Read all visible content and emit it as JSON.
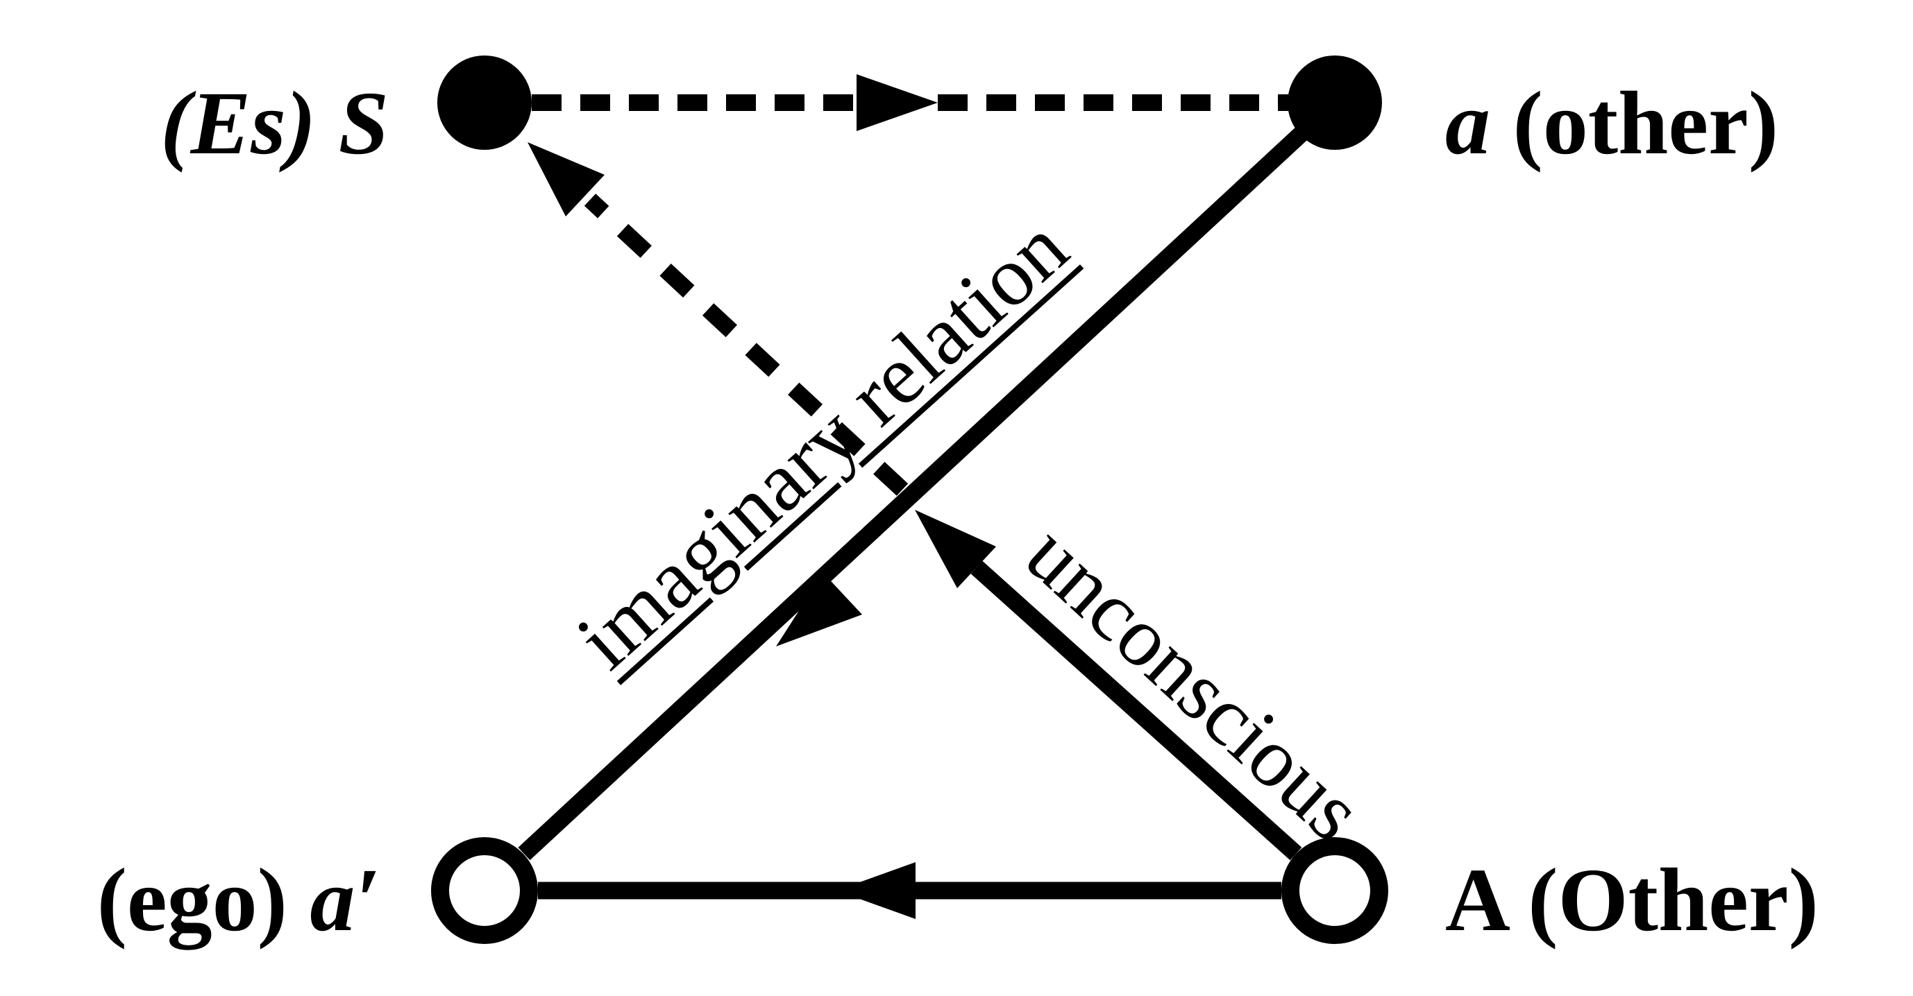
{
  "colors": {
    "ink": "#000000",
    "background": "#ffffff"
  },
  "nodes": {
    "s": {
      "label": "(Es) S",
      "type": "filled-circle"
    },
    "a": {
      "label_italic": "a",
      "label_roman": " (other)",
      "type": "filled-circle"
    },
    "ego": {
      "label_roman": "(ego) ",
      "label_italic": "a′",
      "type": "open-circle"
    },
    "big_other": {
      "label": "A (Other)",
      "type": "open-circle"
    }
  },
  "edges": {
    "imaginary": {
      "label": "imaginary relation"
    },
    "unconscious": {
      "label": "unconscious"
    }
  }
}
